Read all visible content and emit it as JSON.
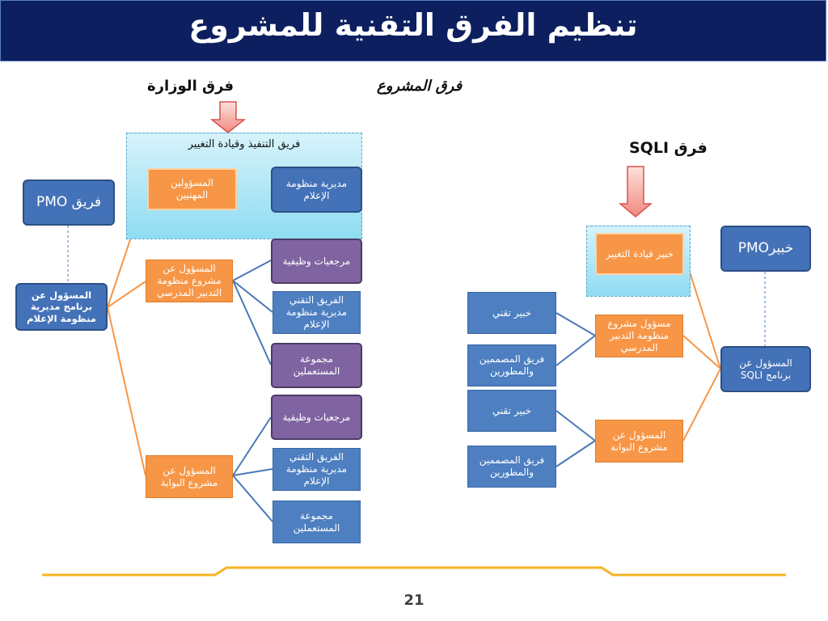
{
  "title": "تنظيم الفرق التقنية للمشروع",
  "headings": {
    "ministry": "فرق الوزارة",
    "project": "فرق المشروع",
    "sqli": "فرق SQLI"
  },
  "ministry": {
    "panel_title": "فريق التنفيذ وقيادة التغيير",
    "pmo": "فريق PMO",
    "program_lead": "المسؤول عن برنامج مديرية منظومة الإعلام",
    "professionals": "المسؤولين المهنيين",
    "directorate": "مديرية منظومة الإعلام",
    "project_lead_1": "المسؤول عن مشروع منظومة التدبير المدرسي",
    "project_lead_2": "المسؤول عن مشروع البوابة",
    "ref_1": "مرجعيات وظيفية",
    "tech_team_1": "الفريق التقني مديرية منظومة الإعلام",
    "users_1": "مجموعة المستعملين",
    "ref_2": "مرجعيات وظيفية",
    "tech_team_2": "الفريق التقني مديرية منظومة الإعلام",
    "users_2": "مجموعة المستعملين"
  },
  "sqli": {
    "change_expert": "خبير قيادة التغيير",
    "pmo_expert": "خبيرPMO",
    "program_lead": "المسؤول عن برنامج SQLI",
    "project_lead_1": "مسؤول مشروع منظومة التدبير المدرسي",
    "project_lead_2": "المسؤول  عن مشروع البوابة",
    "tech_expert_1": "خبير تقني",
    "dev_team_1": "فريق المصممين والمطورين",
    "tech_expert_2": "خبير تقني",
    "dev_team_2": "فريق المصممين والمطورين"
  },
  "page_number": "21",
  "colors": {
    "title_bg": "#0d1f5f",
    "blue": "#4d7fc1",
    "orange": "#f79646",
    "purple": "#8064a2",
    "connector_orange": "#f79646",
    "connector_blue": "#4a78b8",
    "footer_line": "#f5b323"
  }
}
